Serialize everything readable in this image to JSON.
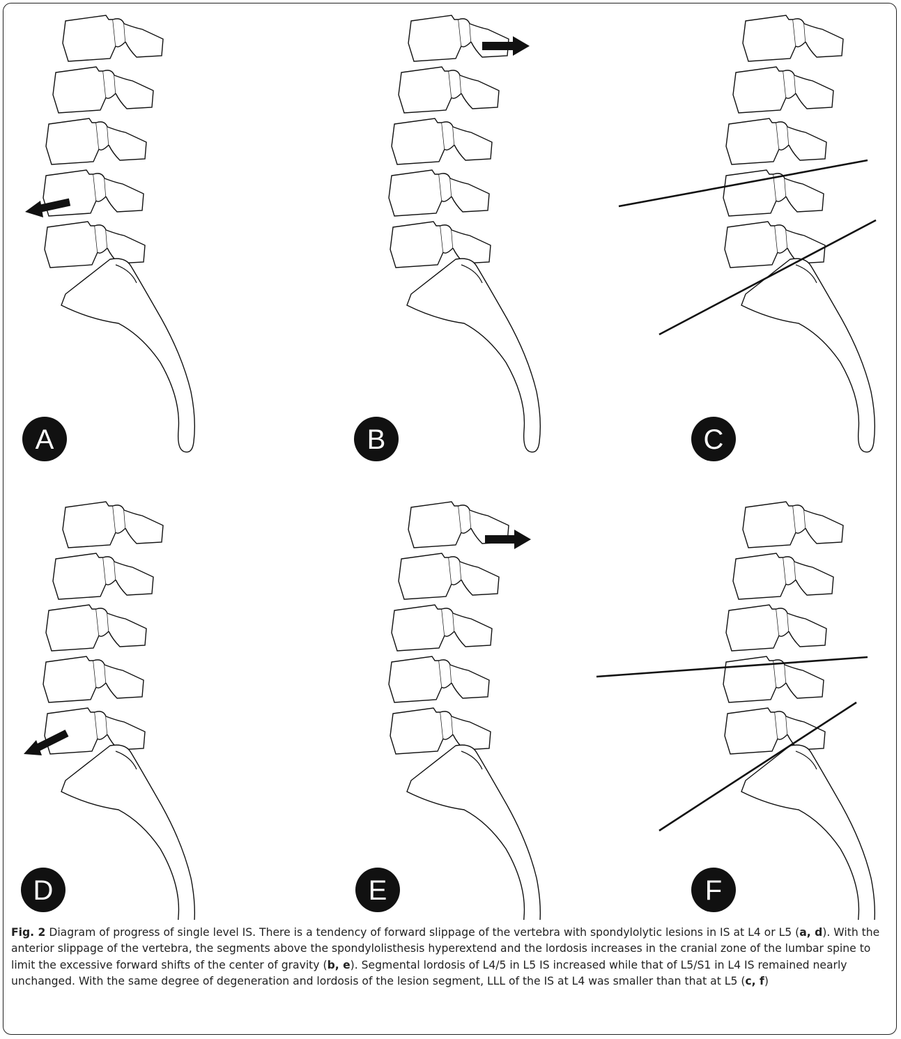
{
  "panels": [
    {
      "id": "A"
    },
    {
      "id": "B"
    },
    {
      "id": "C"
    },
    {
      "id": "D"
    },
    {
      "id": "E"
    },
    {
      "id": "F"
    }
  ],
  "colors": {
    "line": "#111111",
    "badge": "#111111",
    "badge_text": "#ffffff",
    "frame": "#222222"
  },
  "caption": {
    "fig_label": "Fig. 2",
    "s1": " Diagram of progress of single level IS. There is a tendency of forward slippage of the vertebra with spondylolytic lesions in IS at L4 or L5 (",
    "b1": "a, d",
    "s2": "). With the anterior slippage of the vertebra, the segments above the spondylolisthesis hyperextend and the lordosis increases in the cranial zone of the lumbar spine to limit the excessive forward shifts of the center of gravity (",
    "b2": "b, e",
    "s3": "). Segmental lordosis of L4/5 in L5 IS increased while that of L5/S1 in L4 IS remained nearly unchanged. With the same degree of degeneration and lordosis of the lesion segment, LLL of the IS at L4 was smaller than that at L5 (",
    "b3": "c, f",
    "s4": ")"
  }
}
